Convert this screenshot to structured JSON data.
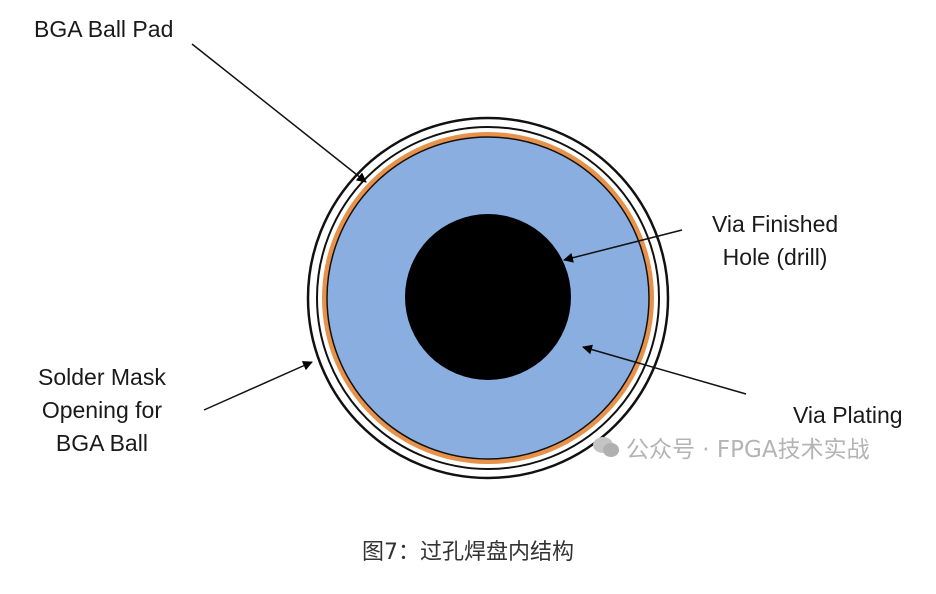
{
  "labels": {
    "bga_ball_pad": "BGA Ball Pad",
    "via_finished_hole": [
      "Via Finished",
      "Hole (drill)"
    ],
    "via_plating": "Via Plating",
    "solder_mask_opening": [
      "Solder Mask",
      "Opening for",
      "BGA Ball"
    ]
  },
  "watermark": "公众号 · FPGA技术实战",
  "caption": "图7：过孔焊盘内结构",
  "colors": {
    "plating": "#8aaee0",
    "pad_ring": "#e8914a",
    "hole": "#000000",
    "outline": "#111111"
  }
}
